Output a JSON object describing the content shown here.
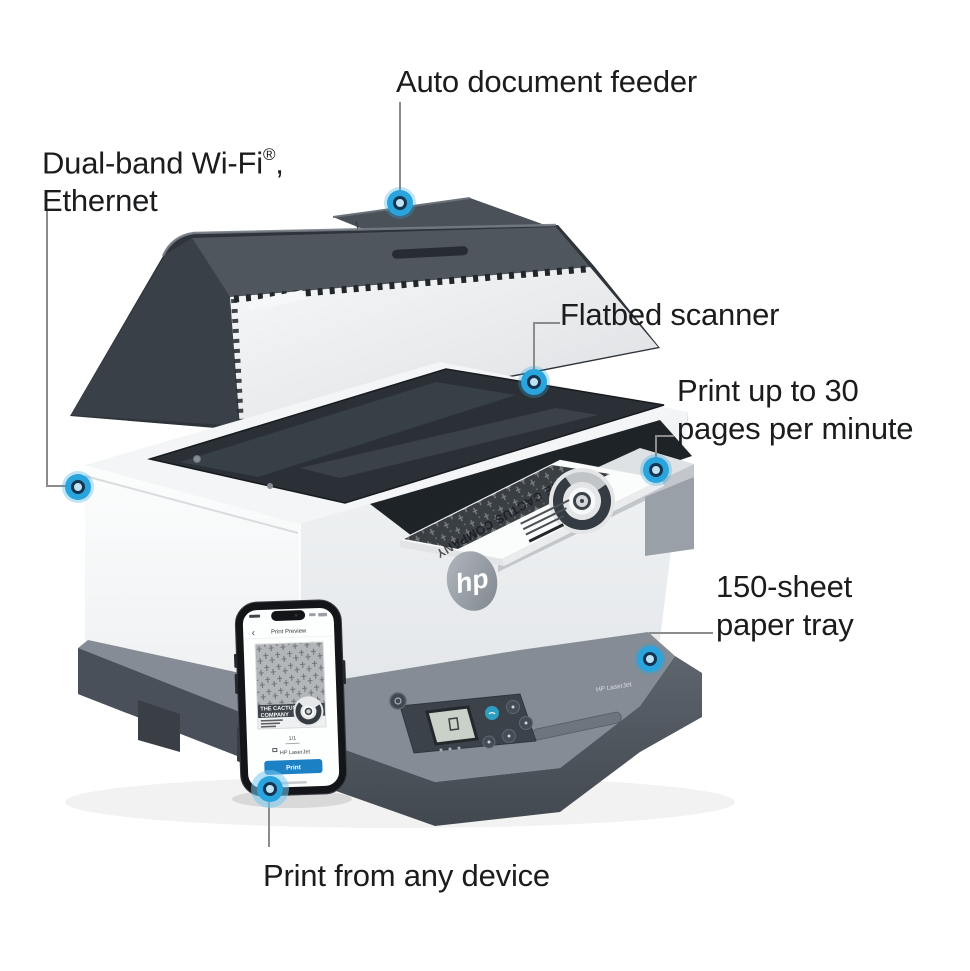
{
  "callouts": {
    "adf": {
      "label": "Auto document feeder"
    },
    "connectivity": {
      "line1_text": "Dual-band Wi-Fi",
      "line1_sup": "®",
      "line1_comma": ",",
      "line2": "Ethernet"
    },
    "flatbed": {
      "label": "Flatbed scanner"
    },
    "print_speed": {
      "line1": "Print up to 30",
      "line2": "pages per minute"
    },
    "paper_tray": {
      "line1": "150-sheet",
      "line2": "paper tray"
    },
    "mobile_print": {
      "label": "Print from any device"
    }
  },
  "printer": {
    "logo_text": "hp",
    "model_label": "HP LaserJet"
  },
  "printed_page": {
    "title": "THE CACTUS COMPANY"
  },
  "phone": {
    "header_title": "Print Preview",
    "back_chevron": "‹",
    "doc_title_line1": "THE CACTUS",
    "doc_title_line2": "COMPANY",
    "page_indicator": "1/1",
    "printer_name": "HP LaserJet",
    "print_button_label": "Print"
  },
  "colors": {
    "callout_blue": "#2aa4dd",
    "callout_ring_navy": "#14344f",
    "leader_line_gray": "#8c8c8c",
    "label_text": "#1b1c1e",
    "print_button_blue": "#1b80c4"
  }
}
